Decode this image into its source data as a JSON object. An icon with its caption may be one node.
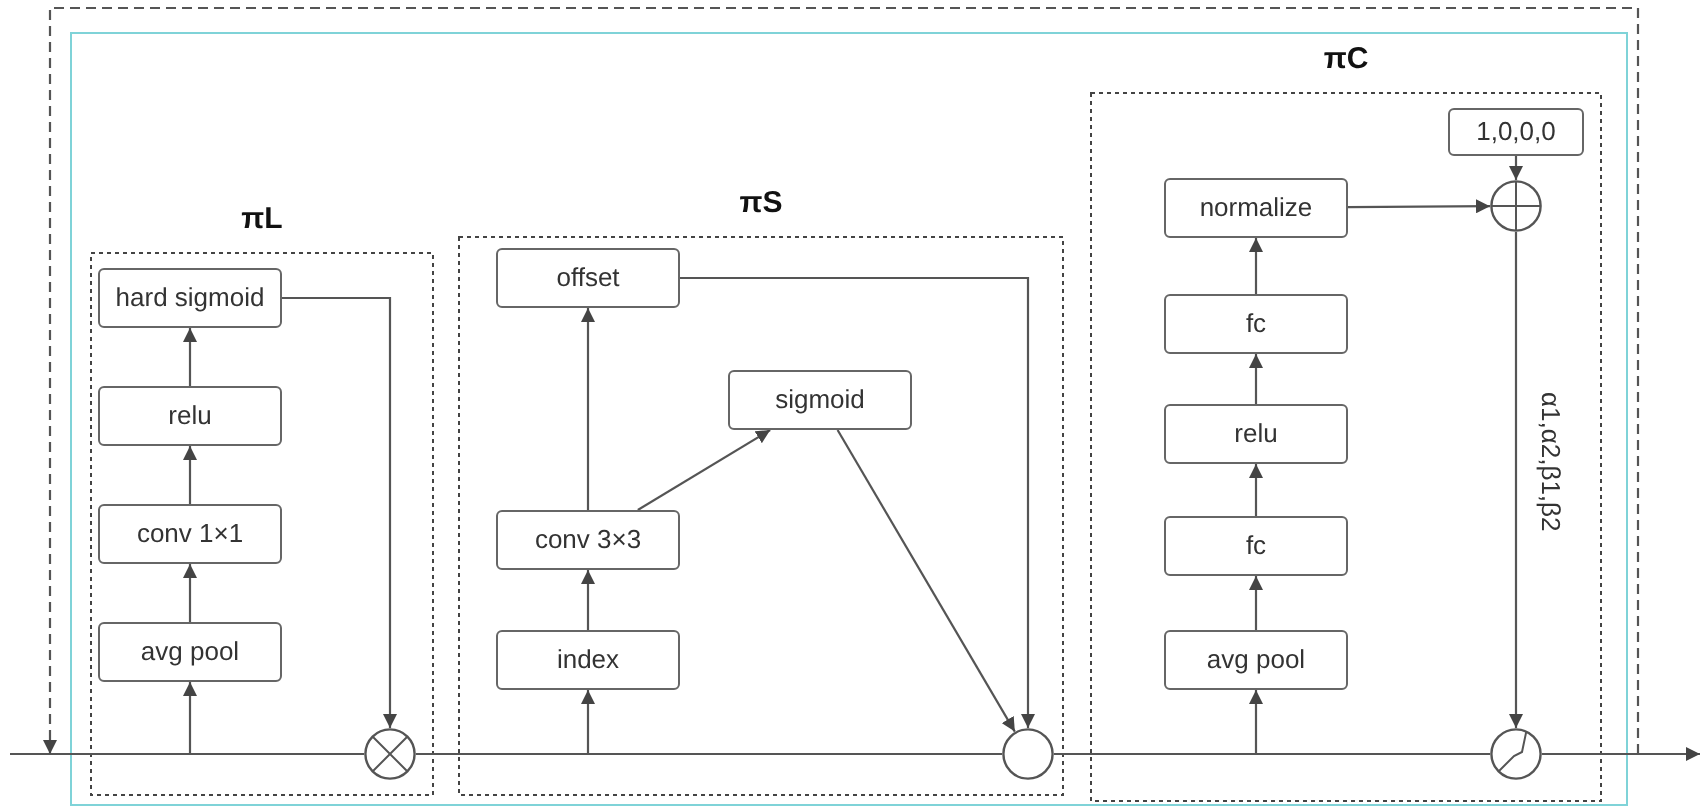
{
  "diagram": {
    "nodes": [
      {
        "text": [],
        "shape": "box"
      },
      {
        "text": [
          "πL"
        ],
        "in": 0
      },
      {
        "text": [
          "hard sigmoid"
        ],
        "in": 1
      },
      {
        "text": [
          "relu"
        ],
        "in": 1
      },
      {
        "text": [
          "conv 1×1"
        ],
        "in": 1
      },
      {
        "text": [
          "avg pool"
        ],
        "in": 1
      },
      {
        "text": [],
        "shape": "circle",
        "in": 1
      },
      {
        "text": [
          "πS"
        ],
        "in": 0
      },
      {
        "text": [
          "offset"
        ],
        "in": 7
      },
      {
        "text": [
          "sigmoid"
        ],
        "in": 7
      },
      {
        "text": [
          "conv 3×3"
        ],
        "in": 7
      },
      {
        "text": [
          "index"
        ],
        "in": 7
      },
      {
        "text": [],
        "shape": "circle",
        "in": 7
      },
      {
        "text": [
          "πC"
        ],
        "in": 0
      },
      {
        "text": [
          "1,0,0,0"
        ],
        "in": 13
      },
      {
        "text": [],
        "shape": "circle",
        "in": 13
      },
      {
        "text": [
          "normalize"
        ],
        "in": 13
      },
      {
        "text": [
          "fc"
        ],
        "in": 13
      },
      {
        "text": [
          "relu"
        ],
        "in": 13
      },
      {
        "text": [
          "fc"
        ],
        "in": 13
      },
      {
        "text": [
          "avg pool"
        ],
        "in": 13
      },
      {
        "text": [],
        "shape": "circle",
        "in": 13
      }
    ],
    "edges": [
      {
        "from": null,
        "to": 6,
        "arrow": "none"
      },
      {
        "from": null,
        "to": 5,
        "arrow": "to"
      },
      {
        "from": 5,
        "to": 4,
        "arrow": "to"
      },
      {
        "from": 4,
        "to": 3,
        "arrow": "to"
      },
      {
        "from": 3,
        "to": 2,
        "arrow": "to"
      },
      {
        "from": 2,
        "to": 6,
        "arrow": "to"
      },
      {
        "from": 6,
        "to": 12,
        "arrow": "none"
      },
      {
        "from": 6,
        "to": 11,
        "arrow": "to"
      },
      {
        "from": 11,
        "to": 10,
        "arrow": "to"
      },
      {
        "from": 10,
        "to": 8,
        "arrow": "to"
      },
      {
        "from": 10,
        "to": 9,
        "arrow": "to"
      },
      {
        "from": 8,
        "to": 12,
        "arrow": "to"
      },
      {
        "from": 9,
        "to": 12,
        "arrow": "to"
      },
      {
        "from": 12,
        "to": 21,
        "arrow": "none"
      },
      {
        "from": 12,
        "to": 20,
        "arrow": "to"
      },
      {
        "from": 20,
        "to": 19,
        "arrow": "to"
      },
      {
        "from": 19,
        "to": 18,
        "arrow": "to"
      },
      {
        "from": 18,
        "to": 17,
        "arrow": "to"
      },
      {
        "from": 17,
        "to": 16,
        "arrow": "to"
      },
      {
        "from": 16,
        "to": 15,
        "arrow": "to"
      },
      {
        "from": 14,
        "to": 15,
        "arrow": "to"
      },
      {
        "from": 15,
        "to": 21,
        "arrow": "to",
        "label": "α1,α2,β1,β2"
      },
      {
        "from": 21,
        "to": null,
        "arrow": "to"
      },
      {
        "from": 21,
        "to": null,
        "arrow": "to",
        "style": "dashed"
      }
    ]
  }
}
